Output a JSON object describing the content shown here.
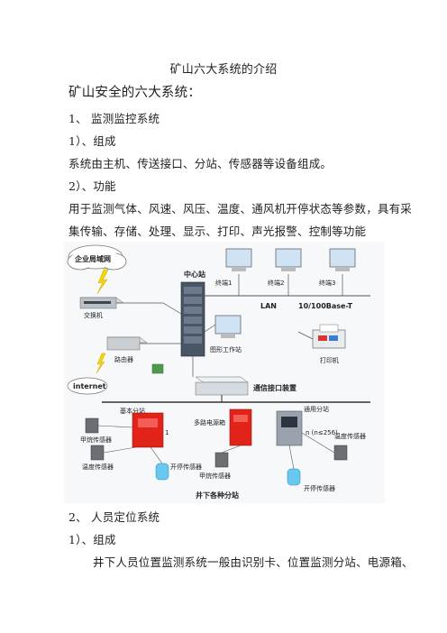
{
  "doc": {
    "title": "矿山六大系统的介绍",
    "heading": "矿山安全的六大系统：",
    "sec1": "1、 监测监控系统",
    "sub1": "1）、组成",
    "p1": "系统由主机、传送接口、分站、传感器等设备组成。",
    "sub2": "2）、功能",
    "p2a": "用于监测气体、风速、风压、温度、通风机开停状态等参数，具有采",
    "p2b": "集传输、存储、处理、显示、打印、声光报警、控制等功能",
    "sec2": "2、 人员定位系统",
    "sub3": "1）、组成",
    "p3": "井下人员位置监测系统一般由识别卡、位置监测分站、电源箱、"
  },
  "figure": {
    "cloud": "企业局域网",
    "switch": "交换机",
    "center": "中心站",
    "term1": "终端1",
    "term2": "终端2",
    "term3": "终端3",
    "lan": "LAN",
    "base": "10/100Base-T",
    "graphic": "图形工作站",
    "router": "路由器",
    "internet": "internet",
    "printer": "打印机",
    "comm": "通信接口装置",
    "base_sub": "基本分站",
    "multi_power": "多路电源箱",
    "general_sub": "通用分站",
    "n_note": "n (n≤256)",
    "one": "1",
    "s1": "甲烷传感器",
    "s2": "温度传感器",
    "s3": "开停传感器",
    "s4": "甲烷传感器",
    "s5": "开停传感器",
    "s6": "温度传感器",
    "bottom": "井下各种分站"
  },
  "colors": {
    "text": "#222222",
    "red_box": "#e2231a",
    "cable": "#555555"
  }
}
